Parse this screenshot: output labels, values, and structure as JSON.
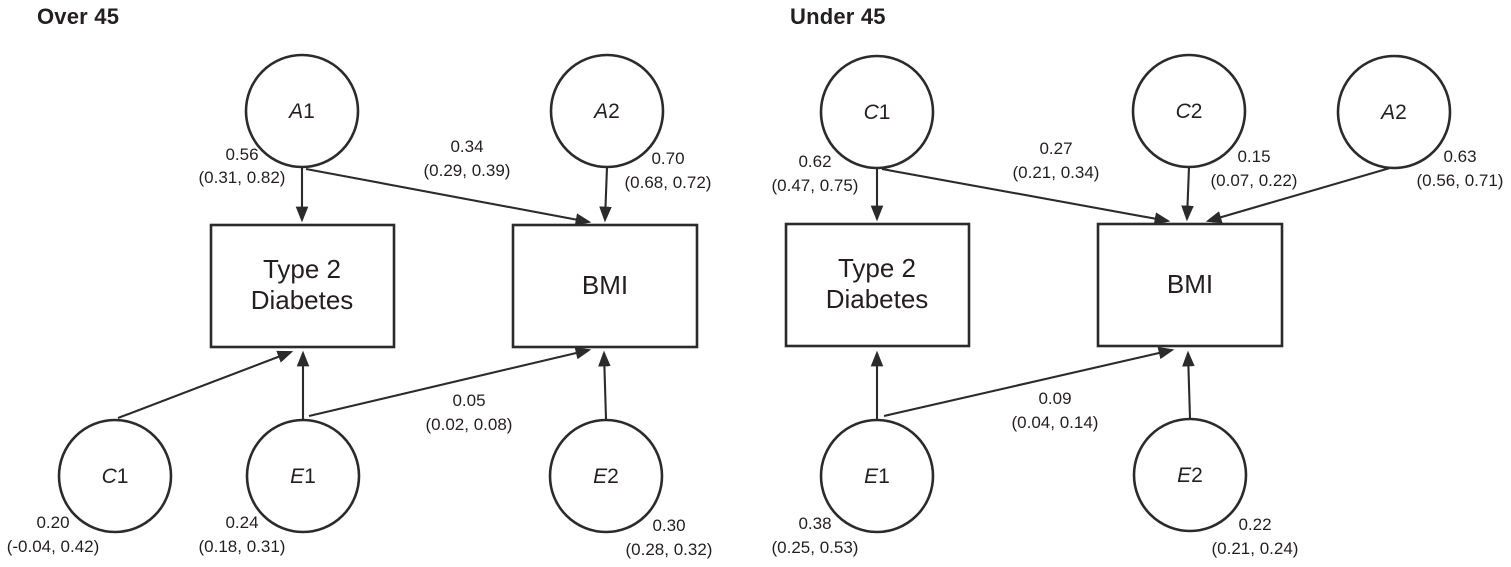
{
  "figure_type": "twin-model path diagram (ACE structural equation model)",
  "colors": {
    "background": "#ffffff",
    "stroke": "#2b2b2b",
    "text": "#231f20"
  },
  "panels": [
    {
      "title": "Over 45",
      "nodes": [
        {
          "id": "A1",
          "letter": "A",
          "digit": "1",
          "shape": "circle"
        },
        {
          "id": "A2",
          "letter": "A",
          "digit": "2",
          "shape": "circle"
        },
        {
          "id": "C1",
          "letter": "C",
          "digit": "1",
          "shape": "circle"
        },
        {
          "id": "E1",
          "letter": "E",
          "digit": "1",
          "shape": "circle"
        },
        {
          "id": "E2",
          "letter": "E",
          "digit": "2",
          "shape": "circle"
        }
      ],
      "boxes": [
        {
          "id": "t2d",
          "line1": "Type 2",
          "line2": "Diabetes"
        },
        {
          "id": "bmi",
          "line1": "BMI"
        }
      ],
      "paths": [
        {
          "from": "A1",
          "to": "Type 2 Diabetes",
          "est": "0.56",
          "ci": "(0.31, 0.82)"
        },
        {
          "from": "A1",
          "to": "BMI",
          "est": "0.34",
          "ci": "(0.29, 0.39)"
        },
        {
          "from": "A2",
          "to": "BMI",
          "est": "0.70",
          "ci": "(0.68, 0.72)"
        },
        {
          "from": "C1",
          "to": "Type 2 Diabetes",
          "est": "0.20",
          "ci": "(-0.04, 0.42)"
        },
        {
          "from": "E1",
          "to": "Type 2 Diabetes",
          "est": "0.24",
          "ci": "(0.18, 0.31)"
        },
        {
          "from": "E1",
          "to": "BMI",
          "est": "0.05",
          "ci": "(0.02, 0.08)"
        },
        {
          "from": "E2",
          "to": "BMI",
          "est": "0.30",
          "ci": "(0.28, 0.32)"
        }
      ]
    },
    {
      "title": "Under 45",
      "nodes": [
        {
          "id": "C1",
          "letter": "C",
          "digit": "1",
          "shape": "circle"
        },
        {
          "id": "C2",
          "letter": "C",
          "digit": "2",
          "shape": "circle"
        },
        {
          "id": "A2",
          "letter": "A",
          "digit": "2",
          "shape": "circle"
        },
        {
          "id": "E1",
          "letter": "E",
          "digit": "1",
          "shape": "circle"
        },
        {
          "id": "E2",
          "letter": "E",
          "digit": "2",
          "shape": "circle"
        }
      ],
      "boxes": [
        {
          "id": "t2d",
          "line1": "Type 2",
          "line2": "Diabetes"
        },
        {
          "id": "bmi",
          "line1": "BMI"
        }
      ],
      "paths": [
        {
          "from": "C1",
          "to": "Type 2 Diabetes",
          "est": "0.62",
          "ci": "(0.47, 0.75)"
        },
        {
          "from": "C1",
          "to": "BMI",
          "est": "0.27",
          "ci": "(0.21, 0.34)"
        },
        {
          "from": "C2",
          "to": "BMI",
          "est": "0.15",
          "ci": "(0.07, 0.22)"
        },
        {
          "from": "A2",
          "to": "BMI",
          "est": "0.63",
          "ci": "(0.56, 0.71)"
        },
        {
          "from": "E1",
          "to": "Type 2 Diabetes",
          "est": "0.38",
          "ci": "(0.25, 0.53)"
        },
        {
          "from": "E1",
          "to": "BMI",
          "est": "0.09",
          "ci": "(0.04, 0.14)"
        },
        {
          "from": "E2",
          "to": "BMI",
          "est": "0.22",
          "ci": "(0.21, 0.24)"
        }
      ]
    }
  ]
}
